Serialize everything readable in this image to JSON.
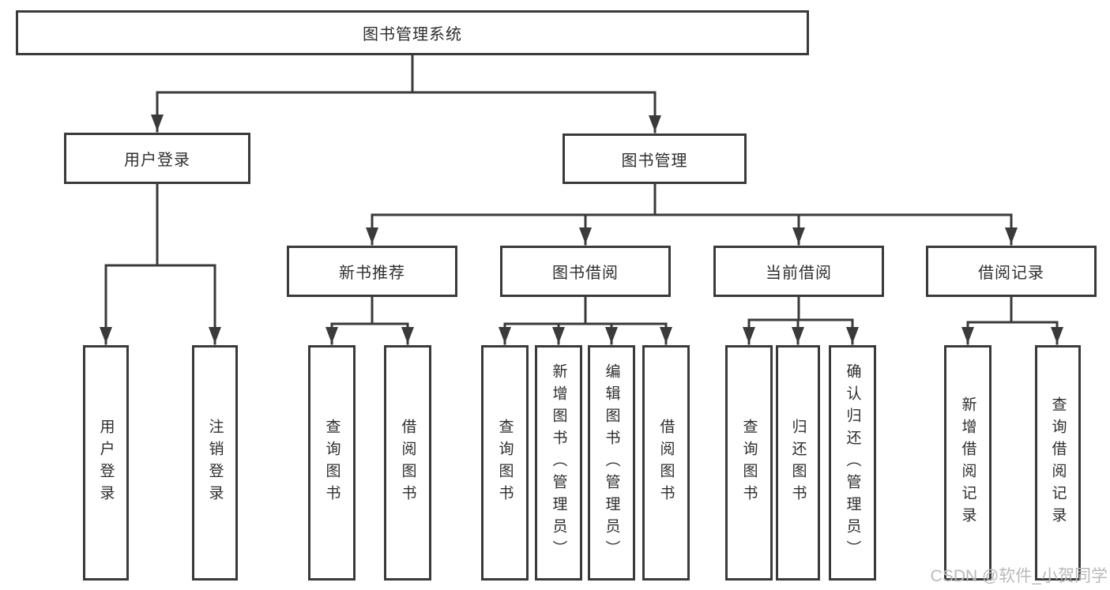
{
  "diagram": {
    "root": {
      "label": "图书管理系统"
    },
    "branches": [
      {
        "label": "用户登录",
        "children": [
          {
            "label": "用户登录"
          },
          {
            "label": "注销登录"
          }
        ]
      },
      {
        "label": "图书管理",
        "children": [
          {
            "label": "新书推荐",
            "children": [
              {
                "label": "查询图书"
              },
              {
                "label": "借阅图书"
              }
            ]
          },
          {
            "label": "图书借阅",
            "children": [
              {
                "label": "查询图书"
              },
              {
                "label": "新增图书（管理员）"
              },
              {
                "label": "编辑图书（管理员）"
              },
              {
                "label": "借阅图书"
              }
            ]
          },
          {
            "label": "当前借阅",
            "children": [
              {
                "label": "查询图书"
              },
              {
                "label": "归还图书"
              },
              {
                "label": "确认归还（管理员）"
              }
            ]
          },
          {
            "label": "借阅记录",
            "children": [
              {
                "label": "新增借阅记录"
              },
              {
                "label": "查询借阅记录"
              }
            ]
          }
        ]
      }
    ],
    "watermark": "CSDN @软件_小贺同学",
    "colors": {
      "line": "#3a3a3a",
      "text": "#2e2e2e",
      "background": "#ffffff",
      "watermark_text": "#b9b9b9"
    }
  }
}
